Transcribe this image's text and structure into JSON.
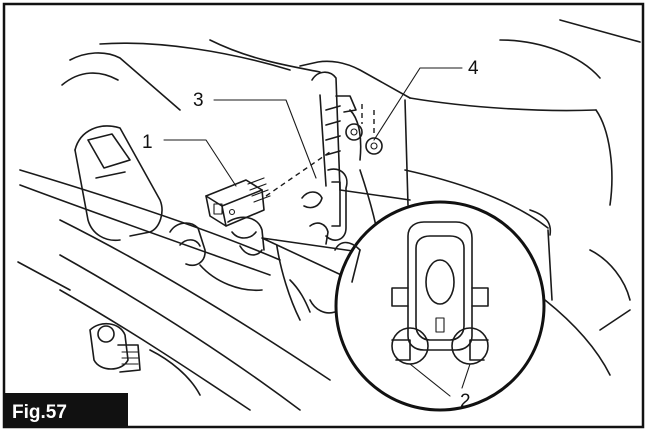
{
  "figure": {
    "label": "Fig.57",
    "label_bg": "#111111",
    "label_fg": "#ffffff"
  },
  "callouts": {
    "c1": "1",
    "c2": "2",
    "c3": "3",
    "c4": "4"
  }
}
